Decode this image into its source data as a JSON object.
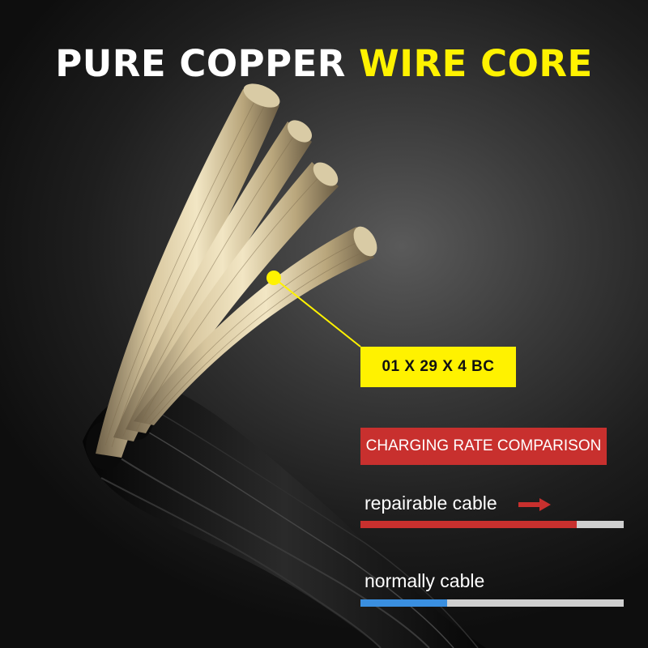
{
  "headline": {
    "part1": "PURE COPPER",
    "part2": "WIRE CORE"
  },
  "spec_label": "01 X 29 X 4 BC",
  "comparison": {
    "title": "CHARGING RATE COMPARISON",
    "bars": [
      {
        "label": "repairable cable",
        "level": 0.82,
        "color": "#c8302e",
        "arrow": "right-arrow-icon"
      },
      {
        "label": "normally cable",
        "level": 0.33,
        "color": "#3a8fe0"
      }
    ]
  },
  "colors": {
    "accent_yellow": "#fff200",
    "banner_red": "#c8302e",
    "track_gray": "#cfcfcf",
    "copper": "#c8b48a",
    "insulation": "#1a1a1a"
  }
}
